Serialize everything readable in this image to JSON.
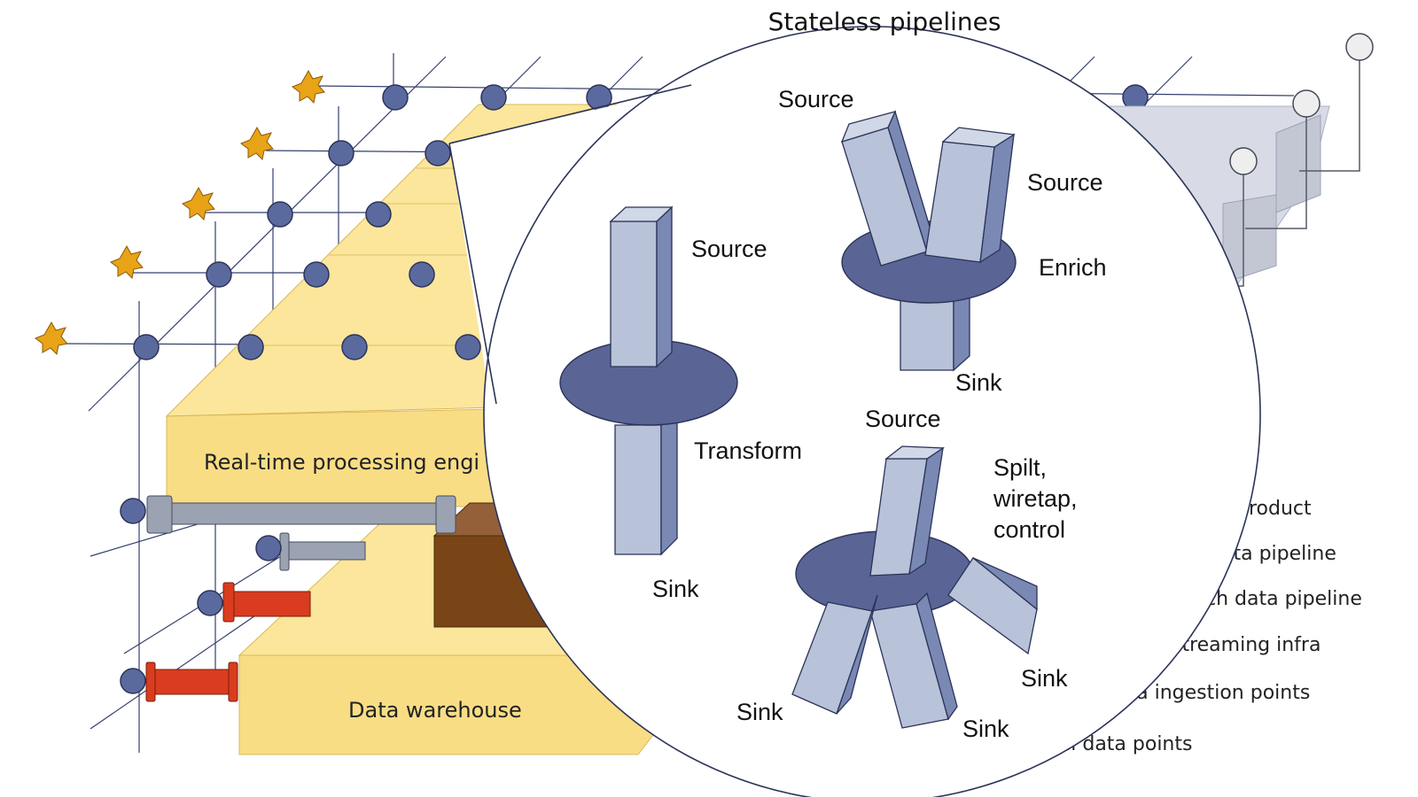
{
  "title": "Stateless pipelines",
  "layers": {
    "realtime_engine": "Real-time processing engi",
    "data_warehouse": "Data warehouse"
  },
  "right_labels": [
    "product",
    "ata pipeline",
    "ch data pipeline",
    "streaming infra",
    "ata ingestion points",
    "ternal data points"
  ],
  "pipelines": {
    "transform": {
      "source": "Source",
      "processor": "Transform",
      "sink": "Sink"
    },
    "enrich": {
      "source_1": "Source",
      "source_2": "Source",
      "processor": "Enrich",
      "sink": "Sink"
    },
    "split": {
      "source": "Source",
      "processor_line_1": "Spilt,",
      "processor_line_2": "wiretap,",
      "processor_line_3": "control",
      "sink_1": "Sink",
      "sink_2": "Sink",
      "sink_3": "Sink"
    }
  },
  "colors": {
    "node_fill": "#5b6a9e",
    "node_stroke": "#2b3358",
    "star": "#e8a317",
    "layer_yellow": "#fbe69b",
    "layer_yellow_front": "#f9dd85",
    "pillar_face": "#b8c2d8",
    "pillar_side": "#7a88b4",
    "disc": "#5a6596",
    "pipe_red": "#d93c1f",
    "pipe_grey": "#9ba3b3",
    "box_brown": "#7a4516"
  }
}
